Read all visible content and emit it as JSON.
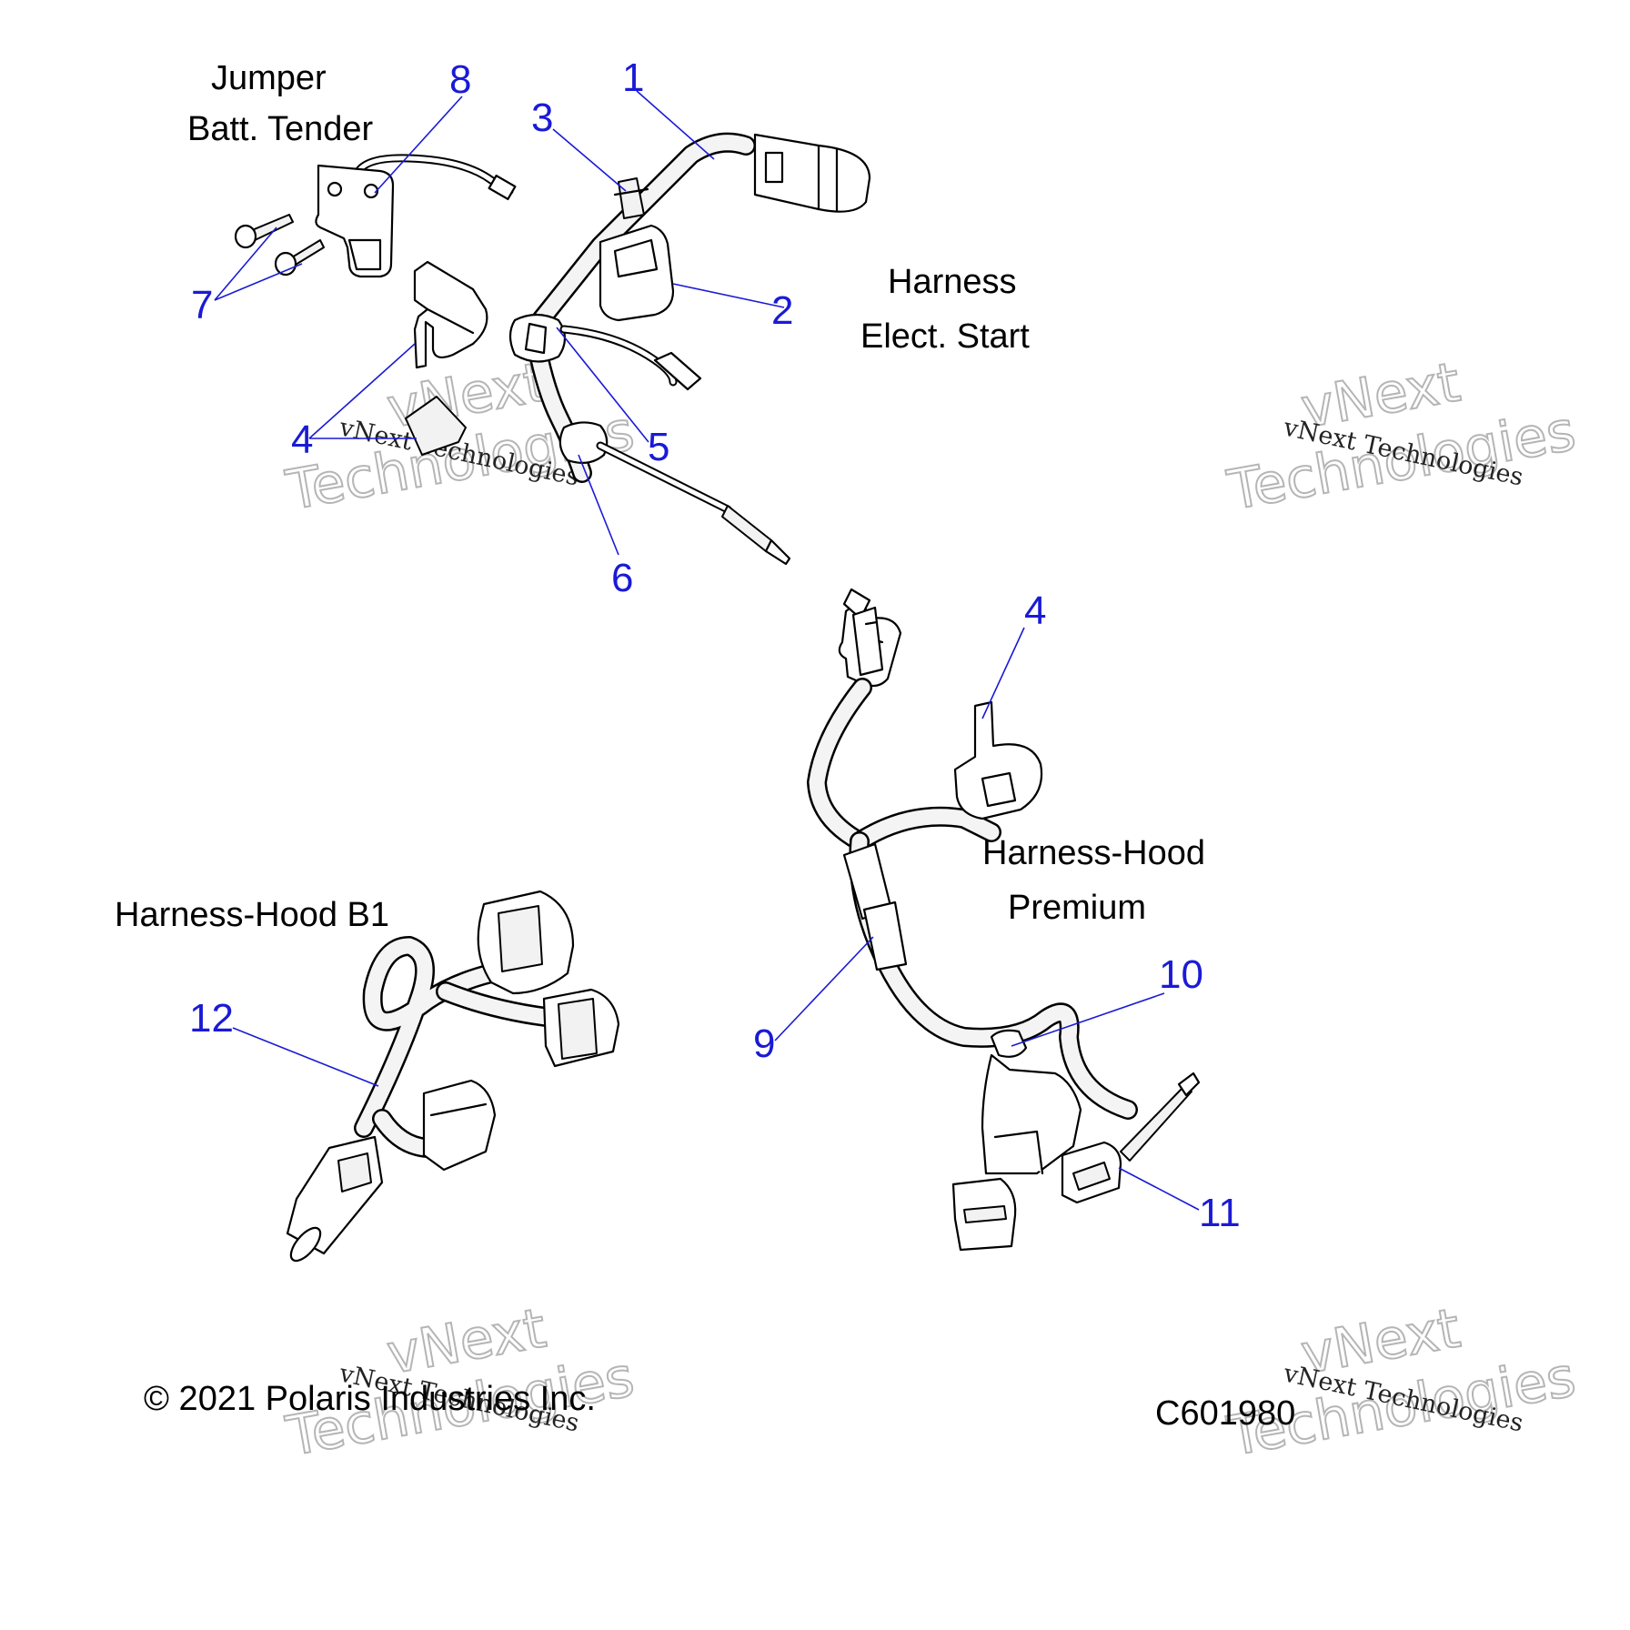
{
  "labels": {
    "jumper": "Jumper",
    "batt_tender": "Batt. Tender",
    "harness": "Harness",
    "elect_start": "Elect. Start",
    "harness_hood": "Harness-Hood",
    "premium": "Premium",
    "harness_hood_b1": "Harness-Hood B1"
  },
  "callouts": {
    "c1": "1",
    "c2": "2",
    "c3": "3",
    "c4a": "4",
    "c4b": "4",
    "c5": "5",
    "c6": "6",
    "c7": "7",
    "c8": "8",
    "c9": "9",
    "c10": "10",
    "c11": "11",
    "c12": "12"
  },
  "footer": {
    "copyright": "© 2021 Polaris Industries Inc.",
    "drawing_code": "C601980"
  },
  "watermark": {
    "brand": "vNext",
    "word": "Technologies",
    "full": "vNext Technologies"
  },
  "colors": {
    "callout": "#1a1ad6",
    "text": "#000000",
    "watermark": "#b5b5b5"
  }
}
